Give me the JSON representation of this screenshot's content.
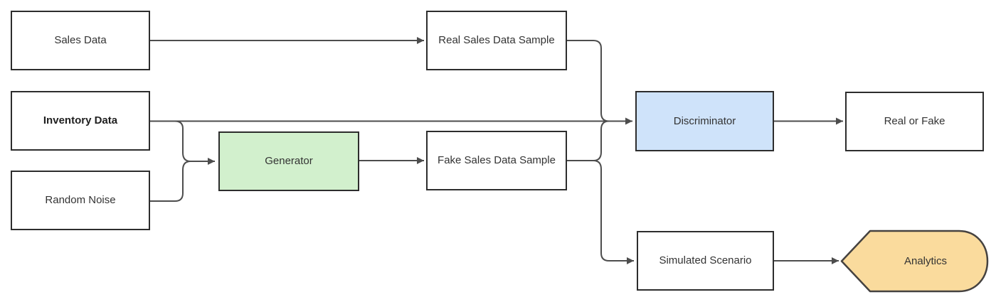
{
  "nodes": {
    "sales_data": {
      "label": "Sales Data"
    },
    "inventory_data": {
      "label": "Inventory Data"
    },
    "random_noise": {
      "label": "Random Noise"
    },
    "generator": {
      "label": "Generator"
    },
    "real_sales_sample": {
      "label": "Real Sales Data Sample"
    },
    "fake_sales_sample": {
      "label": "Fake Sales Data Sample"
    },
    "discriminator": {
      "label": "Discriminator"
    },
    "real_or_fake": {
      "label": "Real or Fake"
    },
    "simulated_scenario": {
      "label": "Simulated Scenario"
    },
    "analytics": {
      "label": "Analytics"
    }
  },
  "colors": {
    "generator_fill": "#d2f0cd",
    "discriminator_fill": "#cfe3fa",
    "analytics_fill": "#fadb9d",
    "analytics_border": "#454240",
    "box_border": "#2d2d2d",
    "connector": "#4d4d4d",
    "text": "#333333",
    "background": "#ffffff"
  },
  "edges": [
    {
      "from": "Sales Data",
      "to": "Real Sales Data Sample"
    },
    {
      "from": "Inventory Data",
      "to": "Generator"
    },
    {
      "from": "Random Noise",
      "to": "Generator"
    },
    {
      "from": "Inventory Data",
      "to": "Discriminator"
    },
    {
      "from": "Generator",
      "to": "Fake Sales Data Sample"
    },
    {
      "from": "Real Sales Data Sample",
      "to": "Discriminator"
    },
    {
      "from": "Fake Sales Data Sample",
      "to": "Discriminator"
    },
    {
      "from": "Fake Sales Data Sample",
      "to": "Simulated Scenario"
    },
    {
      "from": "Discriminator",
      "to": "Real or Fake"
    },
    {
      "from": "Simulated Scenario",
      "to": "Analytics"
    }
  ]
}
